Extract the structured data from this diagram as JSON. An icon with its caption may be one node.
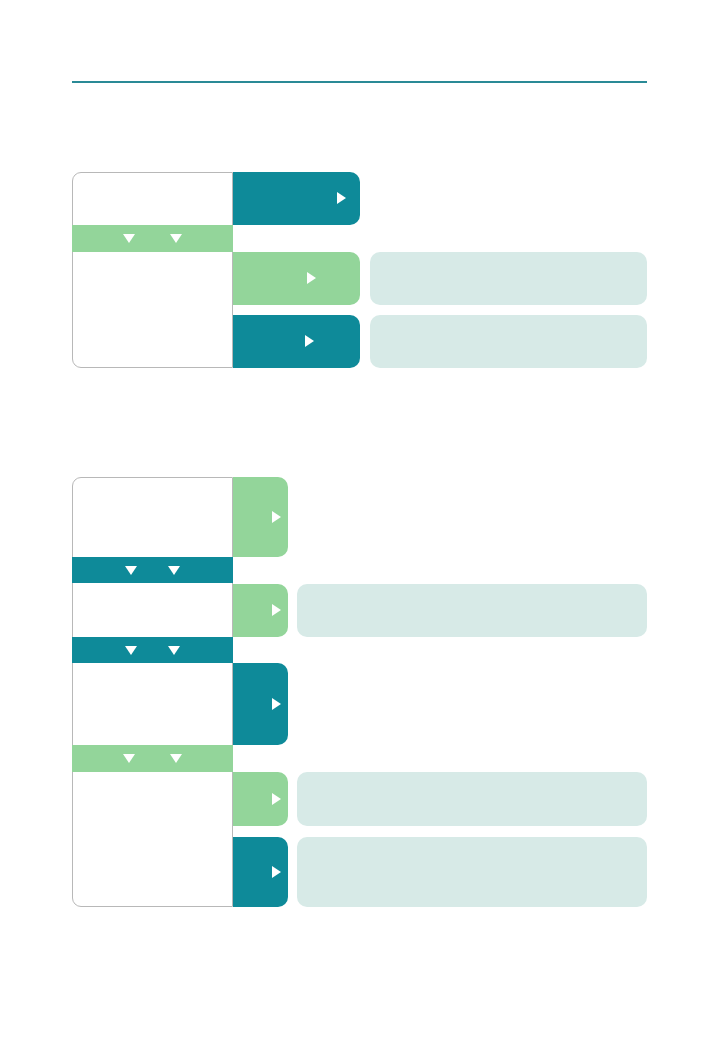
{
  "diagram": {
    "nodes": [
      {
        "text": [],
        "shape": "box"
      },
      {
        "text": [],
        "shape": "box"
      },
      {
        "text": [],
        "shape": "bar",
        "in": 0
      },
      {
        "text": [],
        "shape": "box"
      },
      {
        "text": [],
        "shape": "box"
      },
      {
        "text": [],
        "shape": "box"
      },
      {
        "text": [],
        "shape": "box"
      },
      {
        "text": [],
        "shape": "box"
      },
      {
        "text": [],
        "shape": "box"
      },
      {
        "text": [],
        "shape": "bar",
        "in": 7
      },
      {
        "text": [],
        "shape": "box"
      },
      {
        "text": [],
        "shape": "box"
      },
      {
        "text": [],
        "shape": "bar",
        "in": 7
      },
      {
        "text": [],
        "shape": "box"
      },
      {
        "text": [],
        "shape": "bar",
        "in": 7
      },
      {
        "text": [],
        "shape": "box"
      },
      {
        "text": [],
        "shape": "box"
      },
      {
        "text": [],
        "shape": "box"
      },
      {
        "text": [],
        "shape": "box"
      }
    ]
  }
}
